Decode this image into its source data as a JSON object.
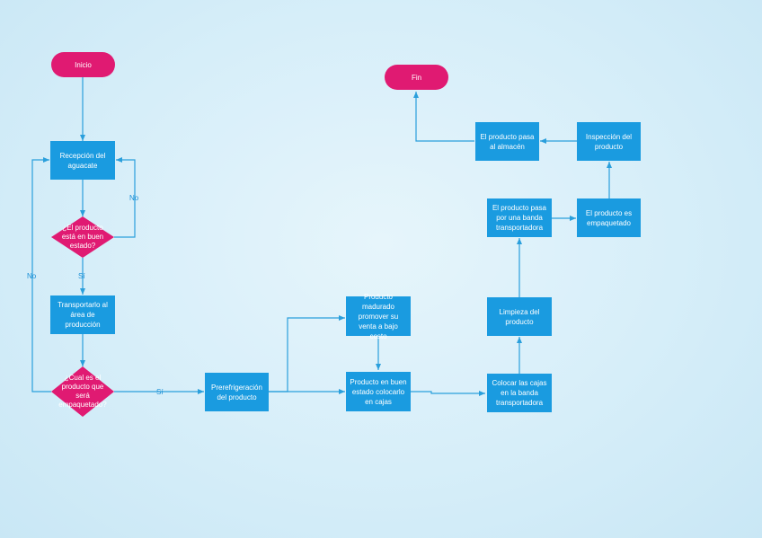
{
  "nodes": {
    "inicio": "Inicio",
    "fin": "Fin",
    "recepcion": "Recepción del aguacate",
    "buen_estado": "¿El producto está en buen estado?",
    "transporte_area": "Transportarlo al área de producción",
    "cual_producto": "¿Cual es el producto que será empaquetado?",
    "prerefrigeracion": "Prerefrigeración del producto",
    "producto_madurado": "Producto madurado promover su venta a bajo costo",
    "producto_buen_estado": "Producto en buen estado colocarlo en cajas",
    "colocar_cajas": "Colocar las cajas en la banda transportadora",
    "limpieza": "Limpieza del producto",
    "banda": "El producto pasa por una banda transportadora",
    "empaquetado": "El producto es empaquetado",
    "inspeccion": "Inspección del producto",
    "almacen": "El producto pasa al almacén"
  },
  "edge_labels": {
    "no_1": "No",
    "si_1": "Sí",
    "no_2": "No",
    "si_2": "Sí"
  },
  "colors": {
    "process": "#1a9be0",
    "terminal": "#e01a72",
    "decision": "#e01a72",
    "line": "#2a9fdc"
  }
}
